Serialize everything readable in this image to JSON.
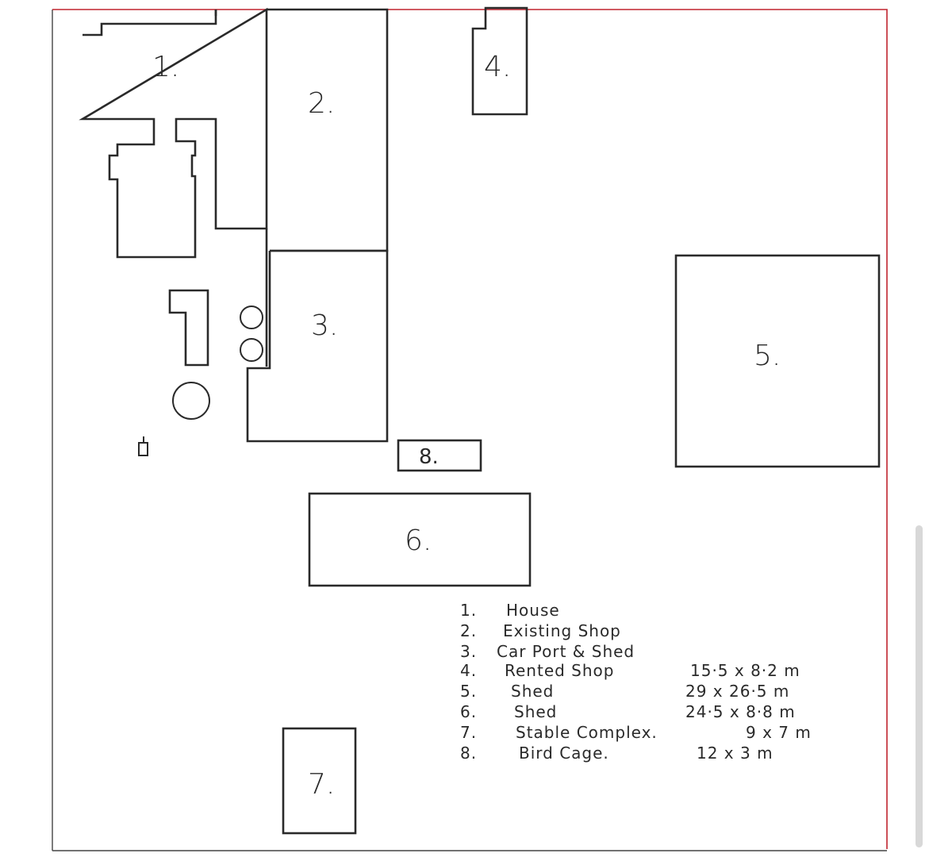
{
  "buildings": [
    {
      "id": "1",
      "label": "1."
    },
    {
      "id": "2",
      "label": "2."
    },
    {
      "id": "3",
      "label": "3."
    },
    {
      "id": "4",
      "label": "4."
    },
    {
      "id": "5",
      "label": "5."
    },
    {
      "id": "6",
      "label": "6."
    },
    {
      "id": "7",
      "label": "7."
    },
    {
      "id": "8",
      "label": "8."
    }
  ],
  "legend": [
    {
      "num": "1.",
      "name": "House",
      "size": ""
    },
    {
      "num": "2.",
      "name": "Existing Shop",
      "size": ""
    },
    {
      "num": "3.",
      "name": "Car Port & Shed",
      "size": ""
    },
    {
      "num": "4.",
      "name": "Rented Shop",
      "size": "15·5 x 8·2 m"
    },
    {
      "num": "5.",
      "name": "Shed",
      "size": "29 x 26·5 m"
    },
    {
      "num": "6.",
      "name": "Shed",
      "size": "24·5 x 8·8 m"
    },
    {
      "num": "7.",
      "name": "Stable Complex.",
      "size": "9 x 7 m"
    },
    {
      "num": "8.",
      "name": "Bird Cage.",
      "size": "12 x 3 m"
    }
  ],
  "colors": {
    "boundary": "#c0242e",
    "ink": "#2a2a2a"
  }
}
